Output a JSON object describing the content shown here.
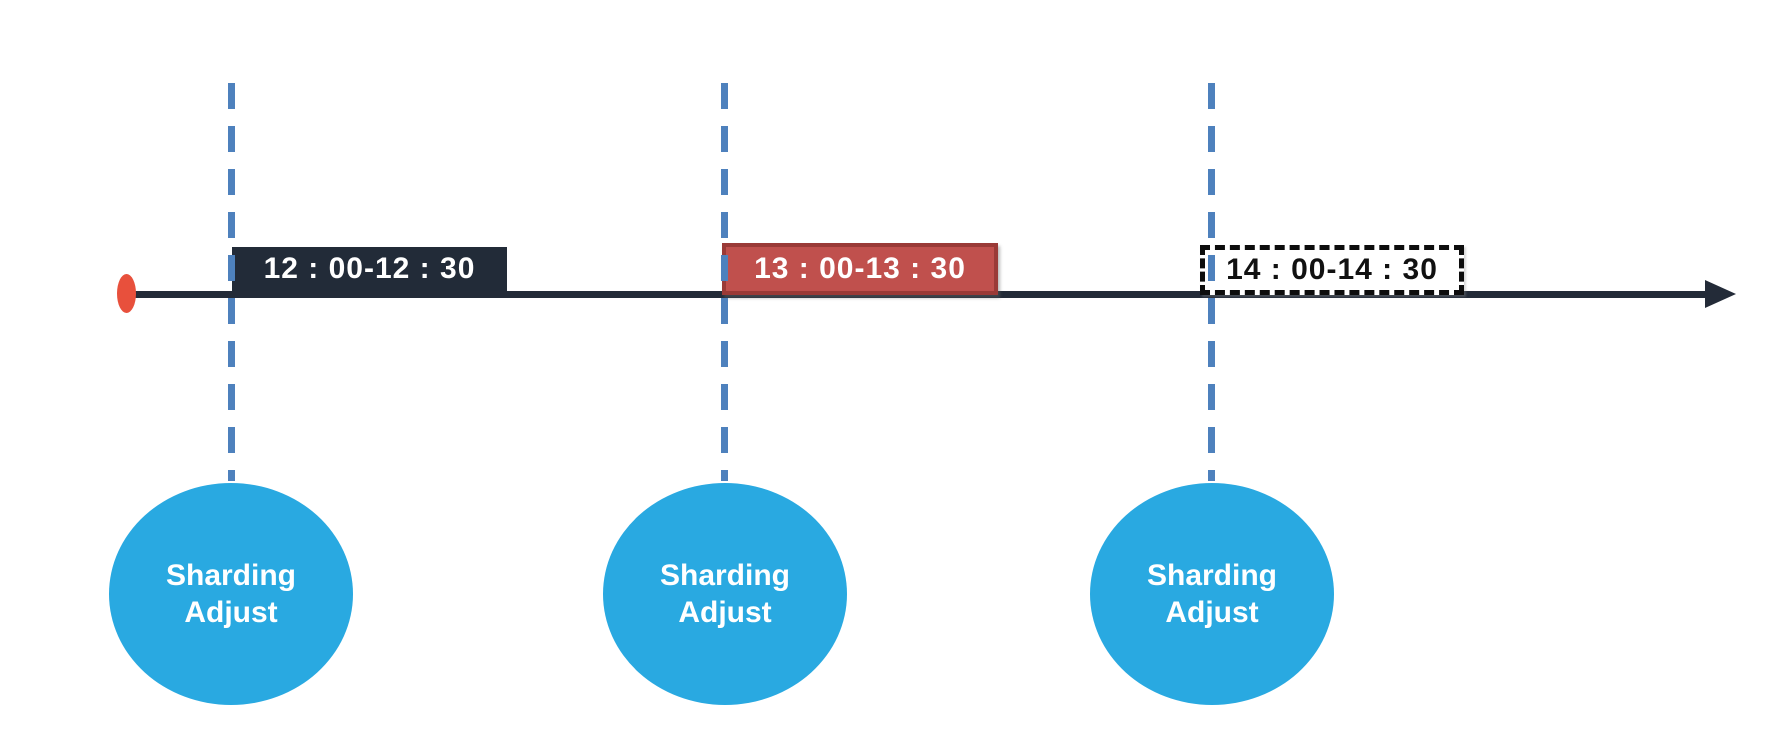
{
  "diagram": {
    "type": "timeline",
    "background_color": "#FFFFFF"
  },
  "timeline": {
    "axis": {
      "color": "#232B38",
      "direction": "left-to-right-arrow",
      "start_marker": "red-ellipse",
      "start_marker_color": "#E8503C"
    },
    "divider_lines": {
      "style": "dashed-vertical",
      "color": "#4E81BD",
      "count": 3
    },
    "events": [
      {
        "time_label": "12 : 00-12 : 30",
        "box_style": "solid-dark",
        "box_fill": "#222B38",
        "box_border": "none",
        "text_color": "#FFFFFF",
        "annotation_line1": "Sharding",
        "annotation_line2": "Adjust"
      },
      {
        "time_label": "13 : 00-13 : 30",
        "box_style": "solid-red-bordered",
        "box_fill": "#C0504D",
        "box_border": "#9A3A37",
        "text_color": "#FFFFFF",
        "annotation_line1": "Sharding",
        "annotation_line2": "Adjust"
      },
      {
        "time_label": "14 : 00-14 : 30",
        "box_style": "dashed-outline",
        "box_fill": "#FFFFFF",
        "box_border": "#0D0D0D",
        "text_color": "#111111",
        "annotation_line1": "Sharding",
        "annotation_line2": "Adjust"
      }
    ],
    "node_circle": {
      "fill": "#29A9E1",
      "text_color": "#FFFFFF"
    }
  }
}
